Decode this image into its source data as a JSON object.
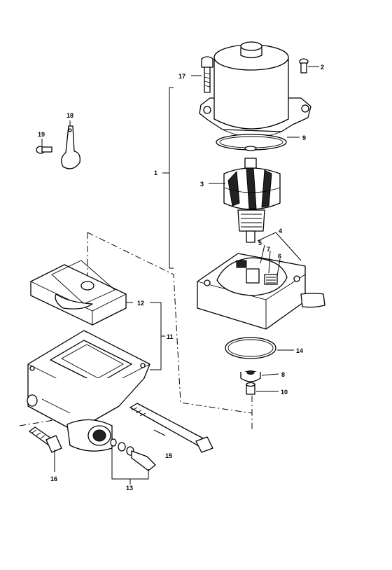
{
  "callouts": [
    "1",
    "2",
    "3",
    "4",
    "5",
    "6",
    "7",
    "8",
    "9",
    "10",
    "11",
    "12",
    "13",
    "14",
    "15",
    "16",
    "17",
    "18",
    "19"
  ],
  "colors": {
    "ink": "#000000",
    "paper": "#ffffff"
  }
}
